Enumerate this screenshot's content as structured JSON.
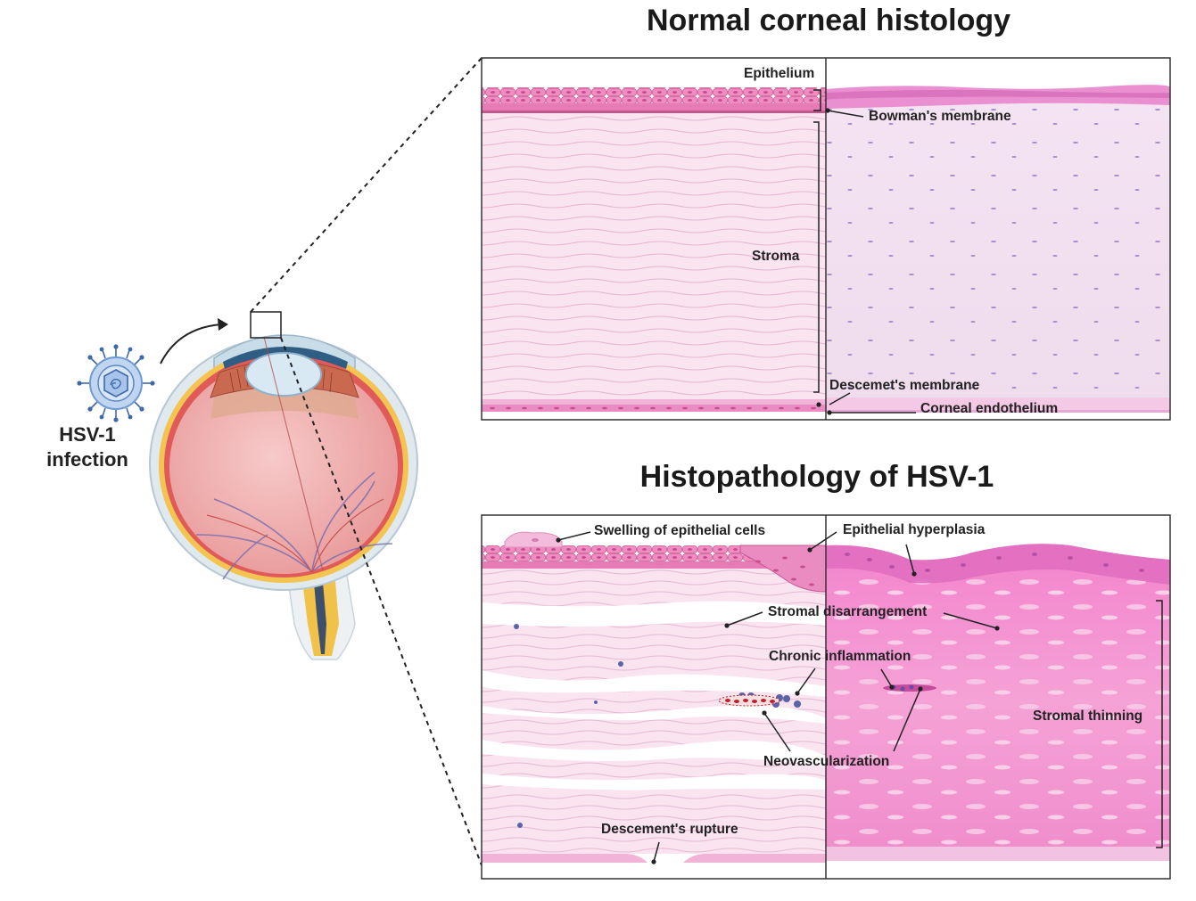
{
  "titles": {
    "normal": "Normal corneal histology",
    "pathology": "Histopathology of HSV-1"
  },
  "infection": {
    "line1": "HSV-1",
    "line2": "infection"
  },
  "normal_labels": {
    "epithelium": "Epithelium",
    "bowman": "Bowman's membrane",
    "stroma": "Stroma",
    "descemet": "Descemet's membrane",
    "endothelium": "Corneal endothelium"
  },
  "pathology_labels": {
    "swelling": "Swelling of epithelial cells",
    "hyperplasia": "Epithelial hyperplasia",
    "disarrangement": "Stromal disarrangement",
    "inflammation": "Chronic inflammation",
    "neovascularization": "Neovascularization",
    "thinning": "Stromal thinning",
    "rupture": "Descement's rupture"
  },
  "colors": {
    "epithelium": "#e87bb5",
    "stroma_normal": "#f8e1ef",
    "stroma_path": "#f59fd0",
    "he_stain": "#f3d9ee",
    "border": "#333333"
  }
}
